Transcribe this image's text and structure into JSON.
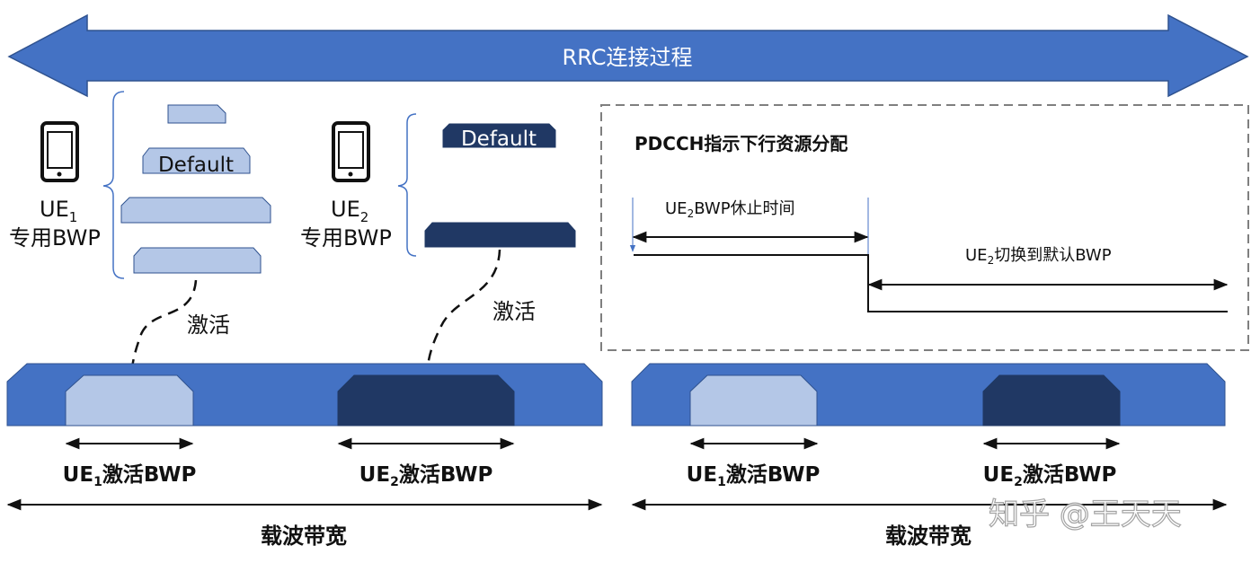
{
  "title": "RRC连接过程",
  "colors": {
    "arrow_blue": "#4472C4",
    "light_bwp": "#B4C7E7",
    "dark_bwp": "#203864",
    "text": "#111111"
  },
  "ue1": {
    "name": "UE",
    "sub": "1",
    "label": "专用BWP",
    "default_label": "Default"
  },
  "ue2": {
    "name": "UE",
    "sub": "2",
    "label": "专用BWP",
    "default_label": "Default"
  },
  "activate_label": "激活",
  "bandwidth_label": "载波带宽",
  "ue1_active": {
    "prefix": "UE",
    "sub": "1",
    "suffix": "激活BWP"
  },
  "ue2_active": {
    "prefix": "UE",
    "sub": "2",
    "suffix": "激活BWP"
  },
  "panel": {
    "title": "PDCCH指示下行资源分配",
    "idle": {
      "prefix": "UE",
      "sub": "2",
      "suffix": "BWP休止时间"
    },
    "switch": {
      "prefix": "UE",
      "sub": "2",
      "suffix": "切换到默认BWP"
    }
  },
  "watermark": "知乎 @王天天"
}
